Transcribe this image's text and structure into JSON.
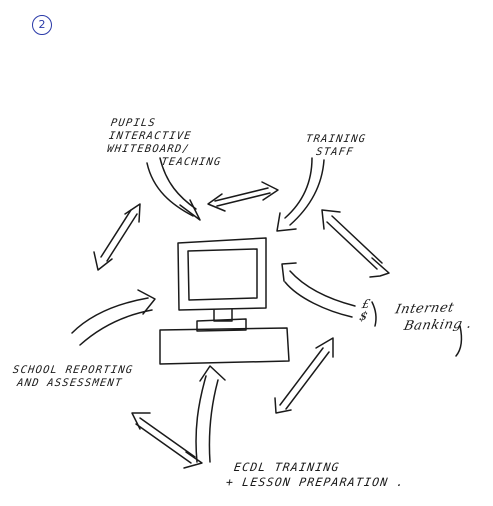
{
  "page_number": "2",
  "labels": {
    "pupils": [
      "PUPILS",
      "INTERACTIVE",
      "WHITEBOARD/",
      "TEACHING"
    ],
    "training_staff": [
      "TRAINING",
      "STAFF"
    ],
    "internet": {
      "marks": [
        "£",
        "$"
      ],
      "lines": [
        "Internet",
        "Banking ."
      ]
    },
    "school": [
      "SCHOOL REPORTING",
      "AND ASSESSMENT"
    ],
    "ecdl": [
      "ECDL TRAINING",
      "+ LESSON PREPARATION ."
    ]
  },
  "colors": {
    "ink": "#1a1a1a",
    "page_number": "#2a3aa8"
  }
}
